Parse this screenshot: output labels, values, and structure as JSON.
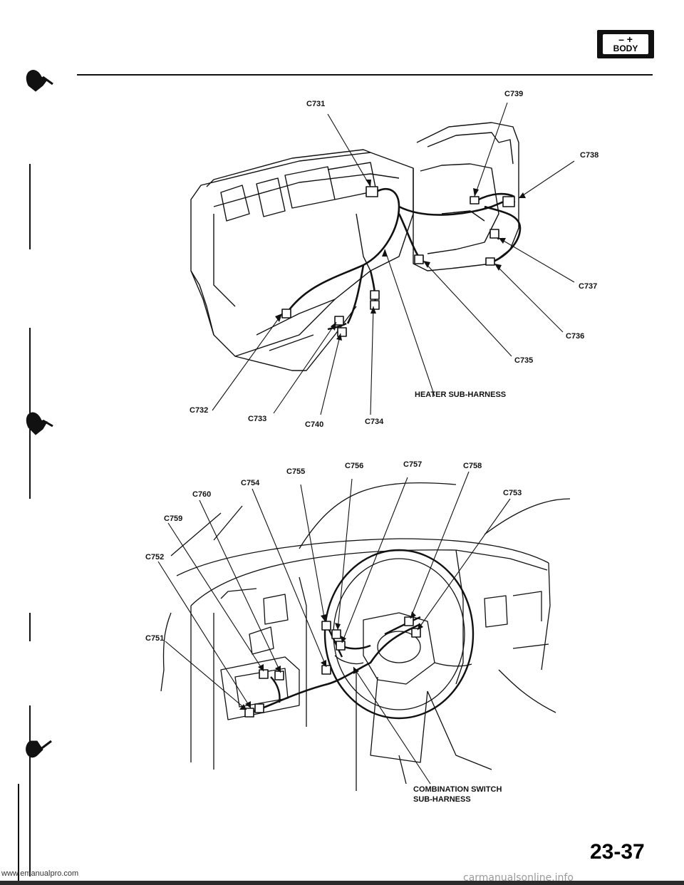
{
  "section_tab": {
    "symbol": "– +",
    "label": "BODY"
  },
  "heater_diagram": {
    "callouts": [
      "C731",
      "C739",
      "C738",
      "C737",
      "C736",
      "C735",
      "C732",
      "C733",
      "C740",
      "C734"
    ],
    "harness_label": "HEATER SUB-HARNESS"
  },
  "dash_diagram": {
    "callouts": [
      "C755",
      "C756",
      "C757",
      "C758",
      "C754",
      "C760",
      "C753",
      "C759",
      "C752",
      "C751"
    ],
    "harness_label_line1": "COMBINATION SWITCH",
    "harness_label_line2": "SUB-HARNESS"
  },
  "page_number": "23-37",
  "footer": {
    "url": "www.emanualpro.com",
    "watermark": "carmanualsonline.info"
  },
  "colors": {
    "ink": "#111111",
    "paper": "#ffffff",
    "watermark": "#9a9a9a"
  }
}
